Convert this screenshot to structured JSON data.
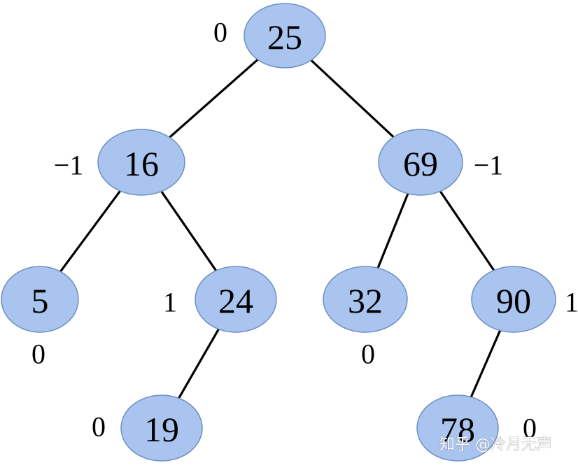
{
  "tree": {
    "colors": {
      "node_fill": "#a9c4ee",
      "node_stroke": "#6f8fc0",
      "edge": "#000000",
      "text": "#000000"
    },
    "nodes": [
      {
        "id": "n25",
        "key": "25",
        "balance": "0"
      },
      {
        "id": "n16",
        "key": "16",
        "balance": "−1"
      },
      {
        "id": "n69",
        "key": "69",
        "balance": "−1"
      },
      {
        "id": "n5",
        "key": "5",
        "balance": "0"
      },
      {
        "id": "n24",
        "key": "24",
        "balance": "1"
      },
      {
        "id": "n32",
        "key": "32",
        "balance": "0"
      },
      {
        "id": "n90",
        "key": "90",
        "balance": "1"
      },
      {
        "id": "n19",
        "key": "19",
        "balance": "0"
      },
      {
        "id": "n78",
        "key": "78",
        "balance": "0"
      }
    ],
    "edges": [
      {
        "from": "n25",
        "to": "n16"
      },
      {
        "from": "n25",
        "to": "n69"
      },
      {
        "from": "n16",
        "to": "n5"
      },
      {
        "from": "n16",
        "to": "n24"
      },
      {
        "from": "n69",
        "to": "n32"
      },
      {
        "from": "n69",
        "to": "n90"
      },
      {
        "from": "n24",
        "to": "n19"
      },
      {
        "from": "n90",
        "to": "n78"
      }
    ]
  },
  "watermark": {
    "text": "知乎 @冷月无声"
  }
}
